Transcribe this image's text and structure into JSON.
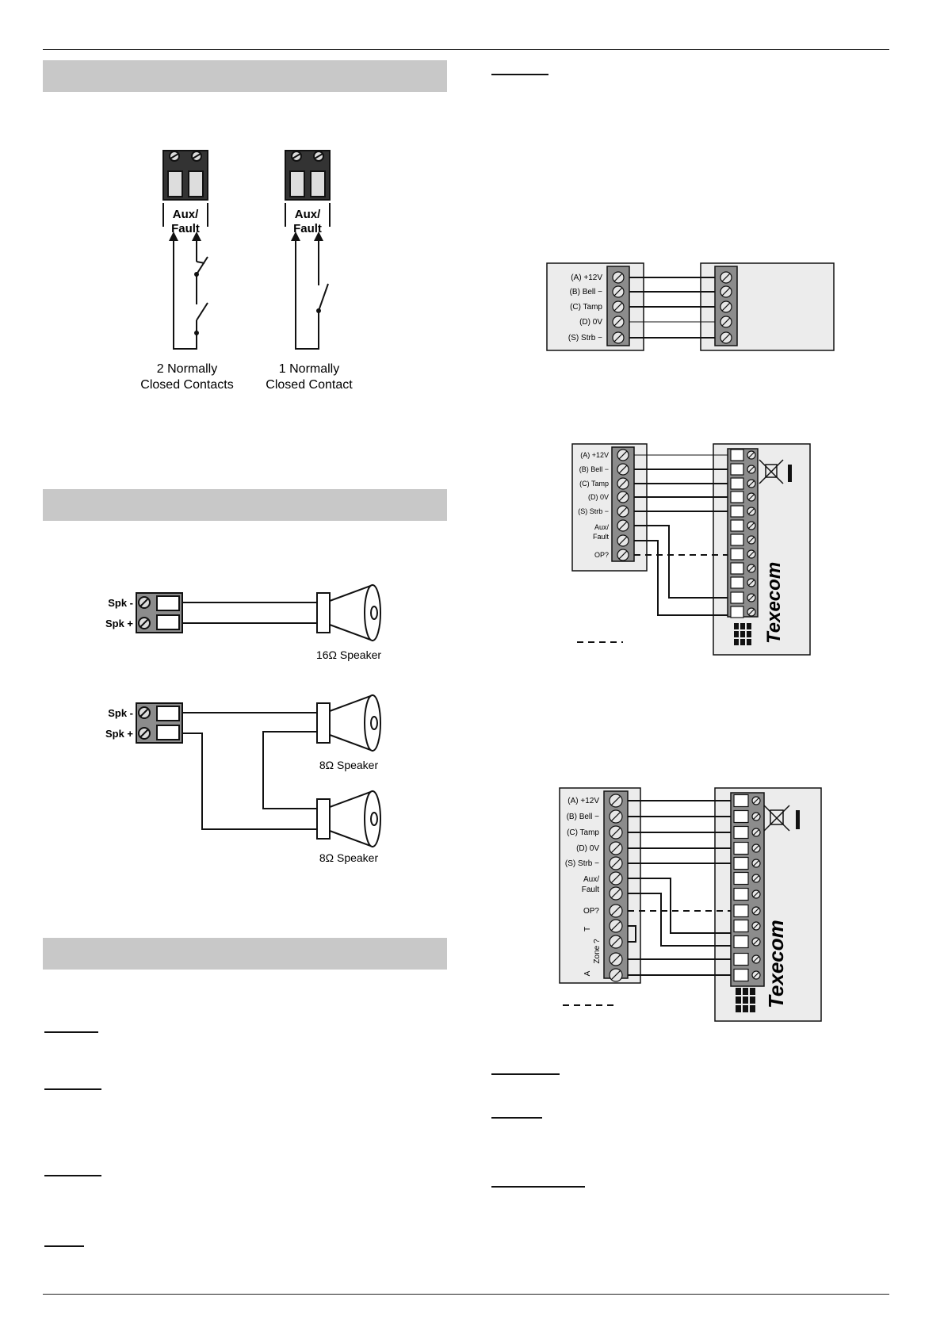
{
  "aux_fault_diagram": {
    "terminal_label_line1": "Aux/",
    "terminal_label_line2": "Fault",
    "left_caption_line1": "2 Normally",
    "left_caption_line2": "Closed Contacts",
    "right_caption_line1": "1 Normally",
    "right_caption_line2": "Closed Contact"
  },
  "speaker_diagram": {
    "spk_minus": "Spk -",
    "spk_plus": "Spk +",
    "speaker_16": "16Ω Speaker",
    "speaker_8a": "8Ω Speaker",
    "speaker_8b": "8Ω Speaker"
  },
  "panel_terminals": {
    "a": "(A) +12V",
    "b": "(B) Bell −",
    "c": "(C) Tamp",
    "d": "(D) 0V",
    "s": "(S) Strb −",
    "aux1": "Aux/",
    "aux2": "Fault",
    "op": "OP?",
    "zone": "Zone ?",
    "zone_t": "T",
    "zone_a": "A"
  },
  "brand": {
    "logo_text": "Texecom"
  },
  "colors": {
    "section_bar": "#c8c8c8",
    "box_fill": "#ececec",
    "terminal_fill": "#8c8c8c"
  }
}
